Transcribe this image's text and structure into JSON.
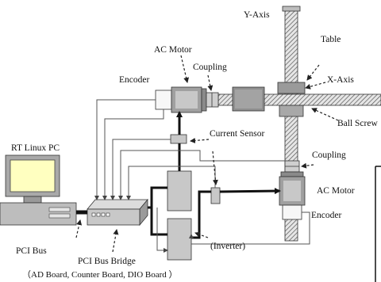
{
  "labels": {
    "y_axis": "Y-Axis",
    "table": "Table",
    "ac_motor_top": "AC Motor",
    "coupling_top": "Coupling",
    "encoder_top": "Encoder",
    "x_axis": "X-Axis",
    "ball_screw": "Ball Screw",
    "rt_linux_pc": "RT Linux PC",
    "current_sensor": "Current Sensor",
    "coupling_right": "Coupling",
    "ac_motor_right": "AC Motor",
    "encoder_right": "Encoder",
    "inverter": "(Inverter)",
    "pci_bus": "PCI Bus",
    "pci_bus_bridge": "PCI Bus Bridge",
    "boards": "（AD Board, Counter Board, DIO Board ）"
  },
  "colors": {
    "metal_light": "#d0d0d0",
    "metal_dark": "#9a9a9a",
    "box_fill": "#c8c8c8",
    "screen": "#ffffc0",
    "monitor_body": "#a9a9a9"
  }
}
